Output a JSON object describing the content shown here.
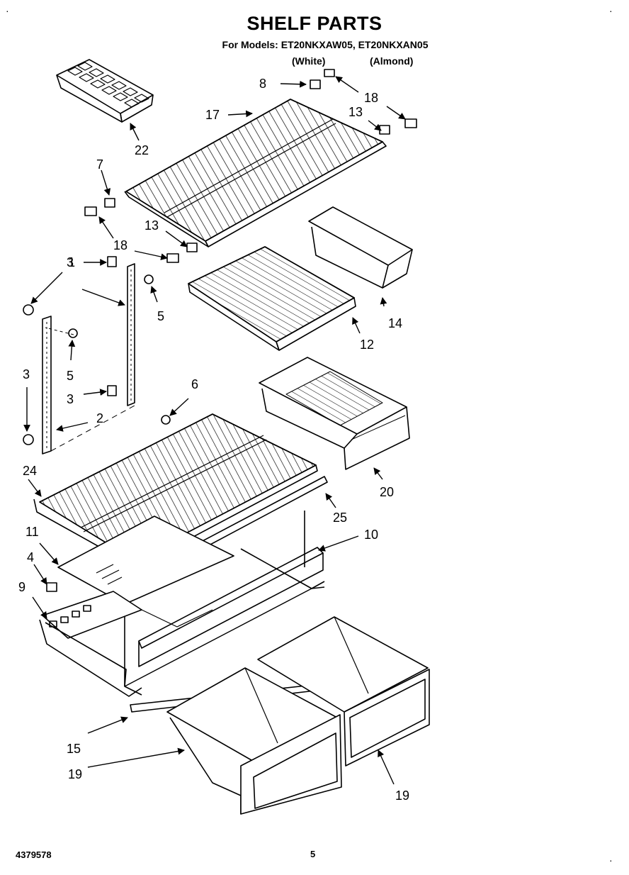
{
  "header": {
    "title": "SHELF PARTS",
    "models_line": "For Models: ET20NKXAW05, ET20NKXAN05",
    "variant_white": "(White)",
    "variant_almond": "(Almond)"
  },
  "callouts": [
    "1",
    "2",
    "3",
    "3",
    "3",
    "3",
    "4",
    "5",
    "5",
    "6",
    "7",
    "8",
    "9",
    "10",
    "11",
    "12",
    "13",
    "13",
    "14",
    "15",
    "17",
    "18",
    "18",
    "19",
    "19",
    "20",
    "22",
    "24",
    "25"
  ],
  "footer": {
    "doc_number": "4379578",
    "page_number": "5"
  },
  "corner_mark": "·"
}
